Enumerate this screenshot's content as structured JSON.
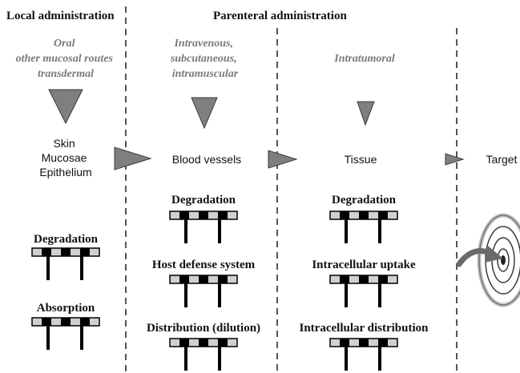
{
  "headers": {
    "local": "Local administration",
    "parenteral": "Parenteral administration"
  },
  "routes": {
    "local": [
      "Oral",
      "other mucosal routes",
      "transdermal"
    ],
    "parenteral": [
      "Intravenous,",
      "subcutaneous,",
      "intramuscular"
    ],
    "intratumoral": "Intratumoral"
  },
  "stages": {
    "barrier": [
      "Skin",
      "Mucosae",
      "Epithelium"
    ],
    "blood": "Blood vessels",
    "tissue": "Tissue",
    "target": "Target"
  },
  "hurdles": {
    "local": [
      "Degradation",
      "Absorption"
    ],
    "blood": [
      "Degradation",
      "Host defense system",
      "Distribution (dilution)"
    ],
    "tissue": [
      "Degradation",
      "Intracellular uptake",
      "Intracellular distribution"
    ]
  },
  "colors": {
    "triangle": "#7f7f7f",
    "route_text": "#7a7a7a",
    "hurdle_dark": "#000000",
    "hurdle_light": "#d0d0d0"
  }
}
